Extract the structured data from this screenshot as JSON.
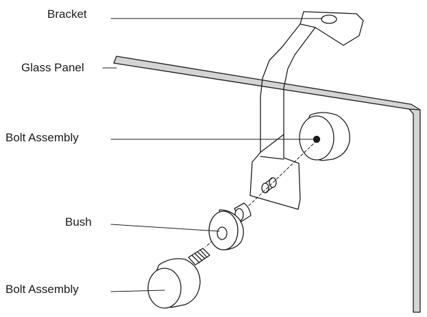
{
  "labels": {
    "bracket": "Bracket",
    "glass_panel": "Glass Panel",
    "bolt_assembly_upper": "Bolt Assembly",
    "bush": "Bush",
    "bolt_assembly_lower": "Bolt Assembly"
  },
  "colors": {
    "line": "#1a1a1a",
    "glass_fill": "#d4d4d4",
    "part_fill": "#ffffff",
    "shade": "#e6e6e6"
  }
}
